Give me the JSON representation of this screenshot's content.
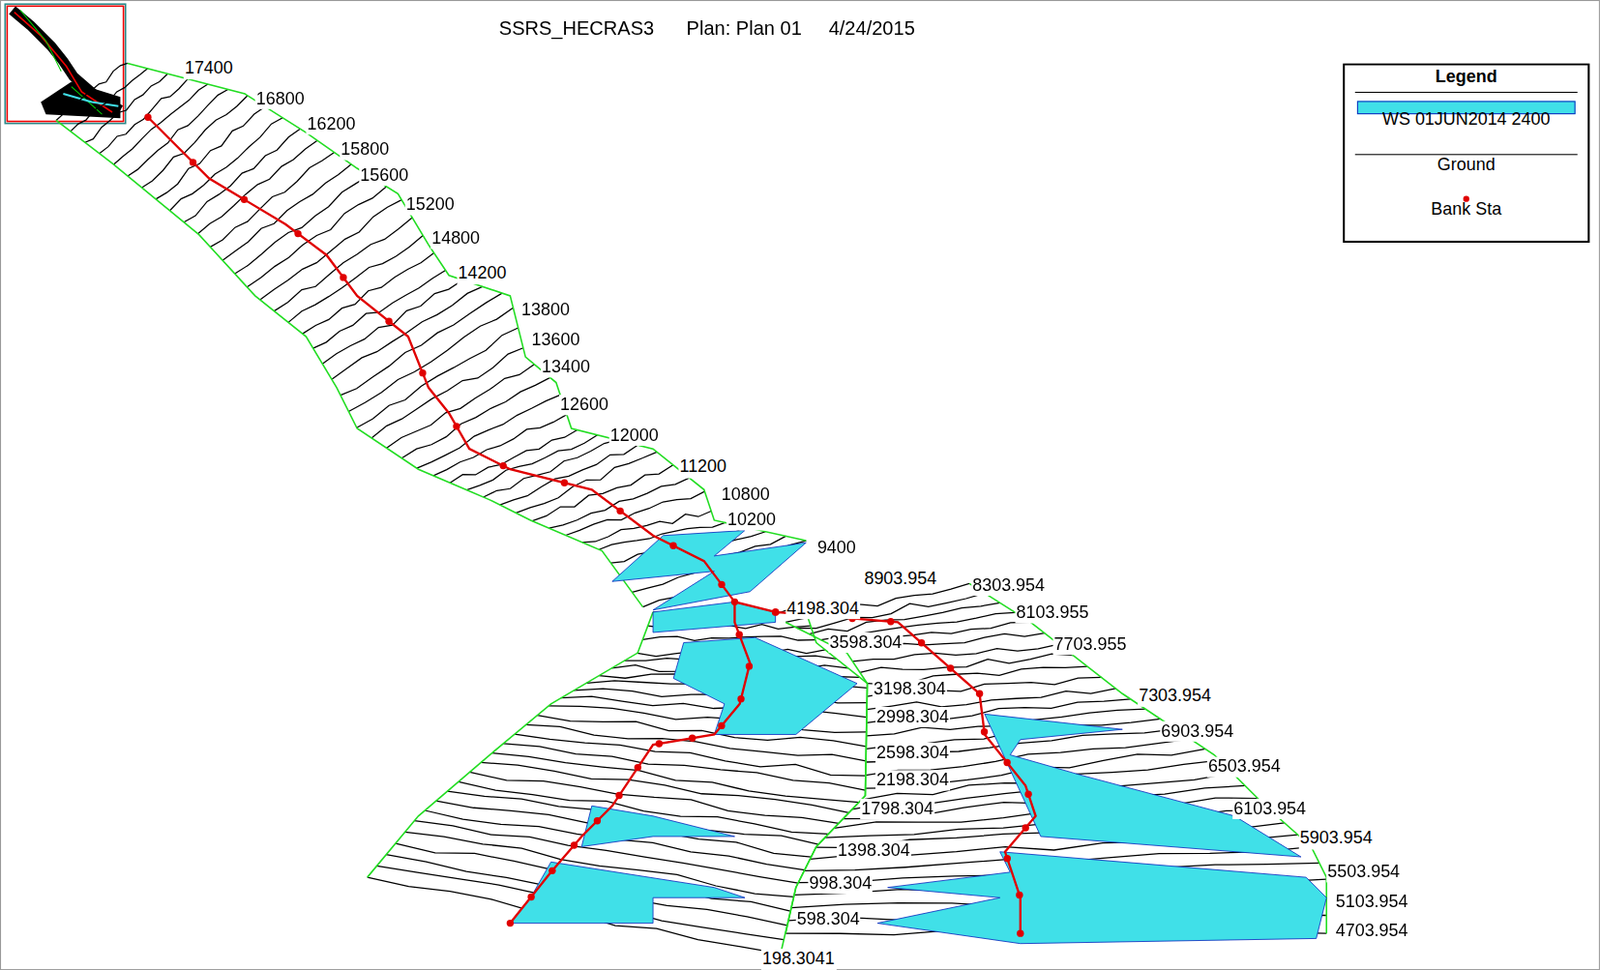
{
  "diagram": {
    "title": "SSRS_HECRAS3      Plan: Plan 01     4/24/2015",
    "labels": [
      "17400",
      "16800",
      "16200",
      "15800",
      "15600",
      "15200",
      "14800",
      "14200",
      "13800",
      "13600",
      "13400",
      "12600",
      "12000",
      "11200",
      "10800",
      "10200",
      "9400",
      "8903.954",
      "8303.954",
      "8103.955",
      "7703.955",
      "7303.954",
      "6903.954",
      "6503.954",
      "6103.954",
      "5903.954",
      "5503.954",
      "5103.954",
      "4703.954",
      "4198.304",
      "3598.304",
      "3198.304",
      "2998.304",
      "2598.304",
      "2198.304",
      "1798.304",
      "1398.304",
      "998.304",
      "598.304",
      "198.3041",
      "Legend"
    ],
    "legend": [
      {
        "text": "WS 01JUN2014 2400",
        "color": "#40e0e8"
      },
      {
        "text": "Ground"
      },
      {
        "text": "Bank Sta"
      }
    ]
  }
}
